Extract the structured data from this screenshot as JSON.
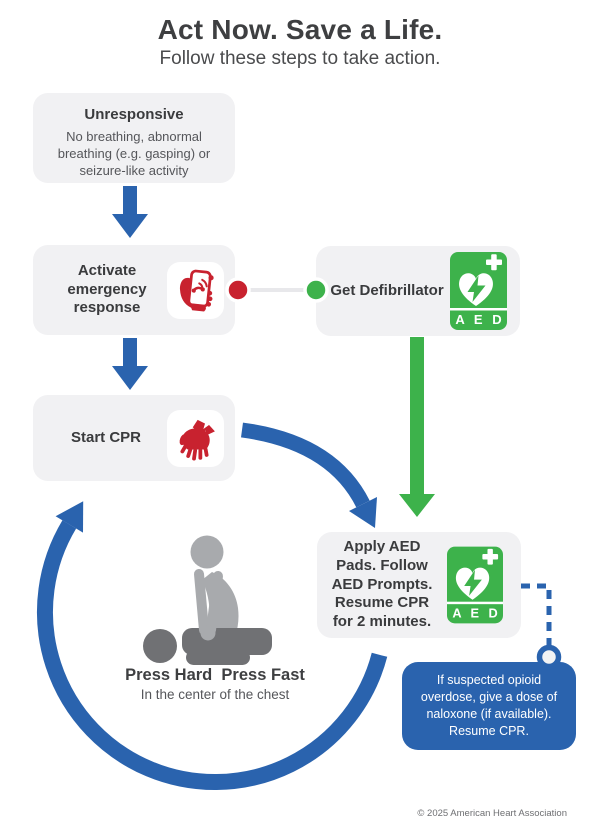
{
  "header": {
    "title": "Act Now. Save a Life.",
    "subtitle": "Follow these steps to take action."
  },
  "steps": {
    "unresponsive": {
      "title": "Unresponsive",
      "body": "No breathing, abnormal breathing (e.g. gasping) or seizure-like activity"
    },
    "activate": {
      "title": "Activate emergency response",
      "icon": "phone-call-icon"
    },
    "defibrillator": {
      "title": "Get Defibrillator",
      "icon": "aed-icon",
      "aed_label": "A E D"
    },
    "start_cpr": {
      "title": "Start CPR",
      "icon": "cpr-hands-icon"
    },
    "apply_aed": {
      "title": "Apply AED Pads. Follow AED Prompts. Resume CPR for 2 minutes.",
      "icon": "aed-icon",
      "aed_label": "A E D"
    }
  },
  "cpr_figure": {
    "heading": "Press Hard  Press Fast",
    "subheading": "In the center of the chest"
  },
  "callout": {
    "text": "If suspected opioid overdose, give a dose of naloxone (if available). Resume CPR."
  },
  "footer": {
    "copyright": "© 2025 American Heart Association"
  },
  "colors": {
    "blue": "#2a63ae",
    "green": "#3db24b",
    "red": "#c8222f",
    "box_bg": "#f1f1f3",
    "victim_gray": "#707174",
    "rescuer_gray": "#a8aaad"
  }
}
